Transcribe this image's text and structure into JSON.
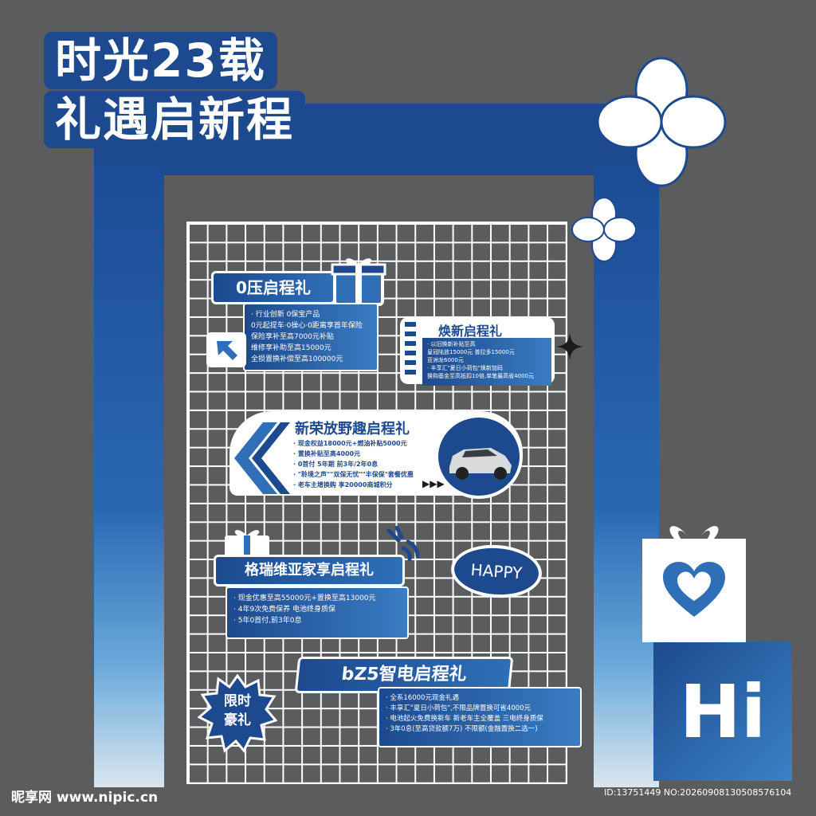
{
  "title": {
    "line1": "时光23载",
    "line2": "礼遇启新程"
  },
  "card1": {
    "heading": "0压启程礼",
    "items": [
      "· 行业创新 0保宝产品",
      "0元起提车·0操心·0距离享首年保险",
      "保险享补至高7000元补贴",
      "维修享补助至高15000元",
      "全损置换补偿至高100000元"
    ]
  },
  "card2": {
    "heading": "焕新启程礼",
    "items": [
      "· 以旧换新补贴至高",
      "皇冠陆放15000元  普拉多15000元",
      "亚洲龙6000元",
      "· 丰享汇\"夏日小荷包\"焕新加码",
      "换购基金至高抵扣10倍,单笔最高省4000元"
    ]
  },
  "card3": {
    "heading": "新荣放野趣启程礼",
    "items": [
      "· 现金权益18000元+燃油补贴5000元",
      "· 置换补贴至高4000元",
      "· 0首付 5年期 前3年/2年0息",
      "· \"聆境之声\"\"双保无忧\"\"丰保保\"套餐优惠",
      "· 老车主增换购 享20000商城积分"
    ]
  },
  "card4": {
    "heading": "格瑞维亚家享启程礼",
    "items": [
      "· 现金优惠至高55000元+置换至高13000元",
      "· 4年9次免费保养  电池终身质保",
      "· 5年0首付,前3年0息"
    ]
  },
  "card5": {
    "heading": "bZ5智电启程礼",
    "items": [
      "· 全系16000元现金礼遇",
      "· 丰享汇\"夏日小荷包\",不限品牌置换可省4000元",
      "· 电池起火免费换新车 新老车主全覆盖 三电终身质保",
      "· 3年0息(至高贷款额7万) 不限额(金融置换二选一)"
    ]
  },
  "happy": "HAPPY",
  "limited": {
    "line1": "限时",
    "line2": "豪礼"
  },
  "hi": "Hi",
  "watermark": "昵享网 www.nipic.cn",
  "idline": "ID:13751449 NO:20260908130508576104",
  "colors": {
    "brand": "#1d4a8e",
    "bg": "#5b5c5e",
    "accent": "#3a7cc2"
  },
  "icons": [
    "gift-icon",
    "arrow-up-left-icon",
    "sparkle-icon",
    "chevrons-left-icon",
    "clover-icon",
    "heart-icon",
    "car-image"
  ]
}
